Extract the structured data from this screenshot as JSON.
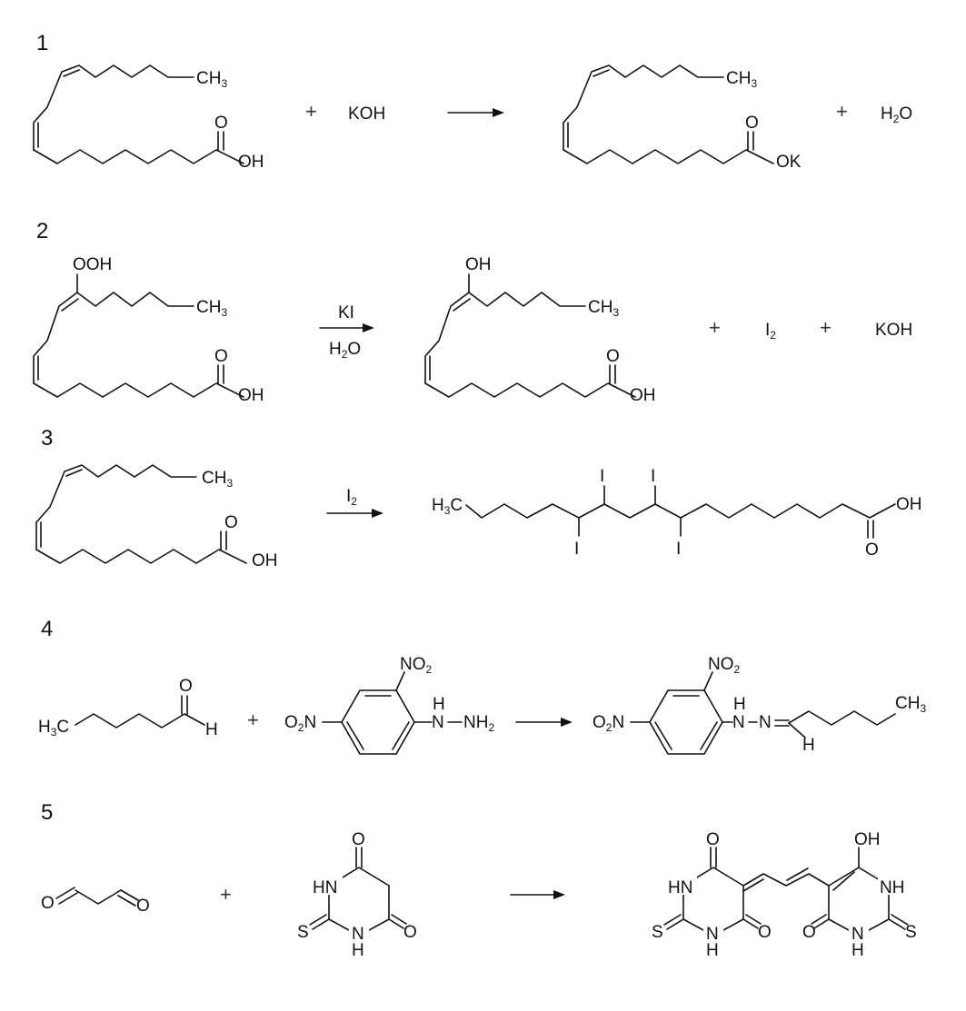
{
  "reactions": [
    {
      "number": "1",
      "plus": "+",
      "reactant_reagent": "KOH",
      "product_byproduct": {
        "base": "H",
        "sub": "2",
        "rest": "O"
      },
      "labels": {
        "ch3": "CH",
        "ch3_sub": "3",
        "o": "O",
        "oh": "OH",
        "ok": "OK"
      }
    },
    {
      "number": "2",
      "plus": "+",
      "condition_top": "KI",
      "condition_bottom": {
        "base": "H",
        "sub": "2",
        "rest": "O"
      },
      "byproduct_iodine": {
        "base": "I",
        "sub": "2"
      },
      "byproduct_base": "KOH",
      "labels": {
        "ooh": "OOH",
        "oh_top": "OH",
        "ch3": "CH",
        "ch3_sub": "3",
        "o": "O",
        "oh": "OH"
      }
    },
    {
      "number": "3",
      "condition_top": {
        "base": "I",
        "sub": "2"
      },
      "labels": {
        "ch3": "CH",
        "ch3_sub": "3",
        "h3c": "H",
        "h3c_sub": "3",
        "h3c_rest": "C",
        "o": "O",
        "oh": "OH",
        "i": "I"
      }
    },
    {
      "number": "4",
      "plus": "+",
      "labels": {
        "h3c": "H",
        "h3c_sub": "3",
        "h3c_rest": "C",
        "o": "O",
        "h": "H",
        "no2": "NO",
        "no2_sub": "2",
        "o2n": "O",
        "o2n_sub": "2",
        "o2n_rest": "N",
        "nh": "H",
        "n": "N",
        "nh2": "NH",
        "nh2_sub": "2",
        "ch3": "CH",
        "ch3_sub": "3"
      }
    },
    {
      "number": "5",
      "plus": "+",
      "labels": {
        "o": "O",
        "hn": "HN",
        "nh": "NH",
        "n": "N",
        "h": "H",
        "s": "S",
        "oh": "OH"
      }
    }
  ]
}
